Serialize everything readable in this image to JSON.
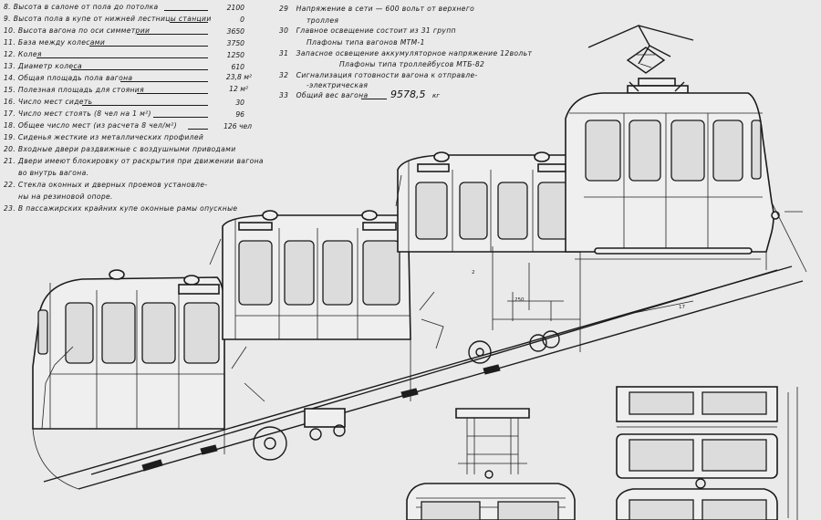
{
  "specs_left": [
    {
      "n": "8.",
      "text": "Высота в салоне от пола до потолка",
      "value": "2100"
    },
    {
      "n": "9.",
      "text": "Высота пола в купе от нижней лестницы станции",
      "value": "0"
    },
    {
      "n": "10.",
      "text": "Высота вагона по оси симметрии",
      "value": "3650"
    },
    {
      "n": "11.",
      "text": "База между колесами",
      "value": "3750"
    },
    {
      "n": "12.",
      "text": "Колея",
      "value": "1250"
    },
    {
      "n": "13.",
      "text": "Диаметр колеса",
      "value": "610"
    },
    {
      "n": "14.",
      "text": "Общая площадь пола вагона",
      "value": "23,8 м²"
    },
    {
      "n": "15.",
      "text": "Полезная площадь для стояния",
      "value": "12 м²"
    },
    {
      "n": "16.",
      "text": "Число мест сидеть",
      "value": "30"
    },
    {
      "n": "17.",
      "text": "Число мест стоять (8 чел на 1 м²)",
      "value": "96"
    },
    {
      "n": "18.",
      "text": "Общее число мест (из расчета 8 чел/м²)",
      "value": "126 чел"
    },
    {
      "n": "19.",
      "text": "Сиденья жесткие из металлических профилей",
      "value": ""
    },
    {
      "n": "20.",
      "text": "Входные двери раздвижные с воздушными приводами",
      "value": ""
    },
    {
      "n": "21.",
      "text": "Двери имеют блокировку от раскрытия при движении вагона",
      "value": ""
    },
    {
      "n": "",
      "text": "во внутрь вагона.",
      "value": ""
    },
    {
      "n": "22.",
      "text": "Стекла оконных и дверных проемов установле-",
      "value": ""
    },
    {
      "n": "",
      "text": "ны на резиновой опоре.",
      "value": ""
    },
    {
      "n": "23.",
      "text": "В пассажирских крайних купе оконные рамы опускные",
      "value": ""
    }
  ],
  "specs_right": [
    {
      "n": "29",
      "text": "Напряжение в сети — 600 вольт от верхнего"
    },
    {
      "n": "",
      "text": "троллея"
    },
    {
      "n": "30",
      "text": "Главное освещение состоит из 31 групп"
    },
    {
      "n": "",
      "text": "Плафоны типа вагонов МТМ-1"
    },
    {
      "n": "31",
      "text": "Запасное освещение аккумуляторное напряжение 12вольт"
    },
    {
      "n": "",
      "text": "Плафоны типа троллейбусов МТБ-82"
    },
    {
      "n": "32",
      "text": "Сигнализация готовности вагона к отправле-"
    },
    {
      "n": "",
      "text": "-электрическая"
    },
    {
      "n": "33",
      "text": "Общий вес вагона"
    }
  ],
  "total_weight": {
    "value": "9578,5",
    "unit": "кг"
  },
  "dims": {
    "a": "2",
    "b": "250",
    "c": "17"
  }
}
